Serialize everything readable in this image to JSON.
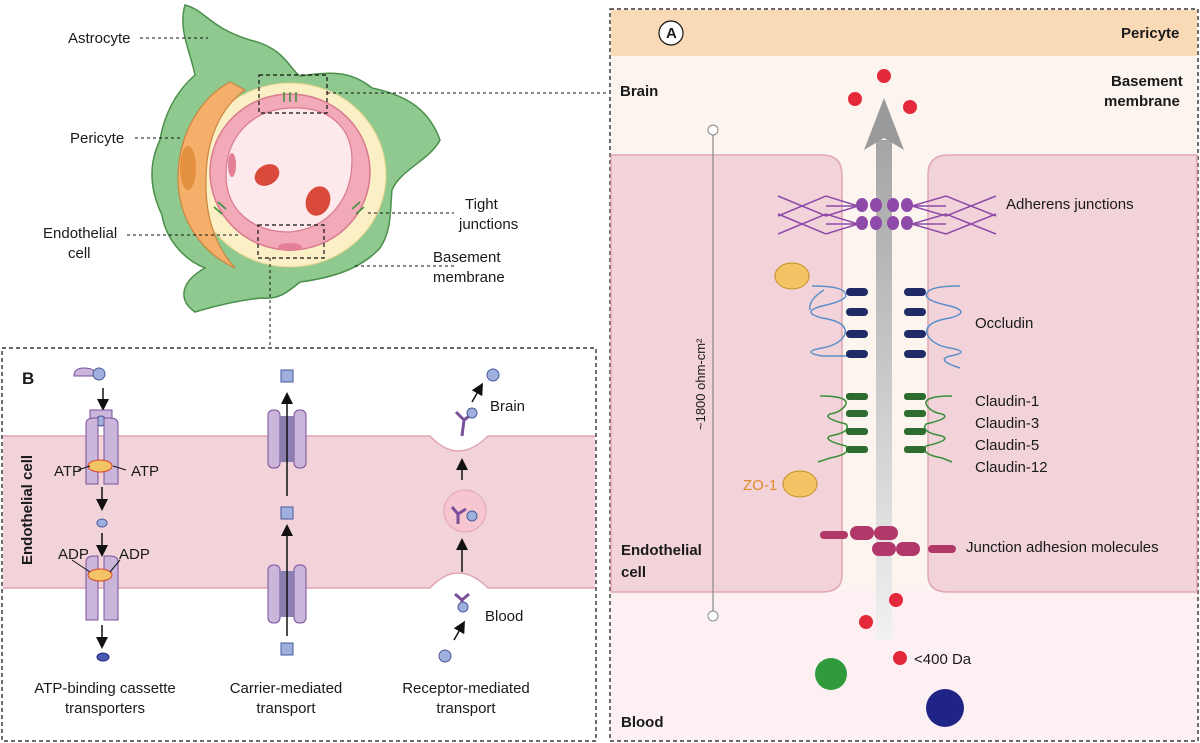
{
  "colors": {
    "endothelial": "#f2d3da",
    "pericyte_band": "#f9d9b6",
    "brain_bg": "#fcf4ee",
    "blood_bg": "#fcf0f3",
    "astrocyte": "#8fc98f",
    "astrocyte_stroke": "#4a8f4a",
    "pericyte_cell": "#f4b06a",
    "basement_ring": "#fbefc6",
    "endo_cell_pink": "#f2a9b8",
    "rbc": "#d94a3b",
    "transporter": "#c9b6da",
    "transporter_stroke": "#7b4f9a",
    "adherens": "#8e4aa8",
    "occludin": "#1f2a66",
    "claudin": "#2e6b2e",
    "jam": "#b2386a",
    "zo1": "#f2c465",
    "small_molecule": "#e4293a",
    "molecule_green": "#2f9b3a",
    "molecule_navy": "#1f2486"
  },
  "top": {
    "labels": {
      "astrocyte": "Astrocyte",
      "pericyte": "Pericyte",
      "endothelial_1": "Endothelial",
      "endothelial_2": "cell",
      "tight_1": "Tight",
      "tight_2": "junctions",
      "basement_1": "Basement",
      "basement_2": "membrane"
    }
  },
  "panelA": {
    "letter": "A",
    "pericyte": "Pericyte",
    "brain": "Brain",
    "basement_1": "Basement",
    "basement_2": "membrane",
    "adherens": "Adherens junctions",
    "occludin": "Occludin",
    "claudins": [
      "Claudin-1",
      "Claudin-3",
      "Claudin-5",
      "Claudin-12"
    ],
    "zo1": "ZO-1",
    "jam": "Junction adhesion molecules",
    "endo_1": "Endothelial",
    "endo_2": "cell",
    "resistance": "~1800 ohm-cm²",
    "size": "<400 Da",
    "blood": "Blood"
  },
  "panelB": {
    "letter": "B",
    "endothelial_cell": "Endothelial cell",
    "atp_left": "ATP",
    "atp_right": "ATP",
    "adp_left": "ADP",
    "adp_right": "ADP",
    "brain": "Brain",
    "blood": "Blood",
    "captions": [
      [
        "ATP-binding cassette",
        "transporters"
      ],
      [
        "Carrier-mediated",
        "transport"
      ],
      [
        "Receptor-mediated",
        "transport"
      ]
    ]
  }
}
